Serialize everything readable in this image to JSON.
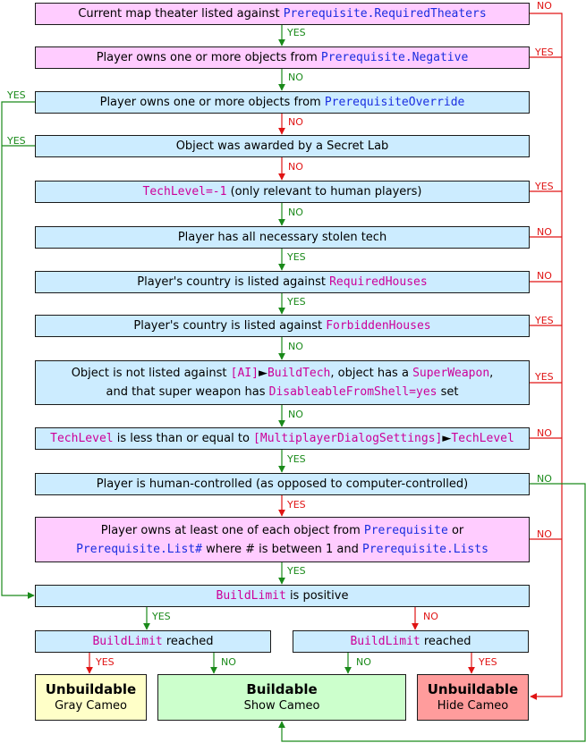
{
  "colors": {
    "yes_line": "#1a8a1a",
    "no_line": "#e01414",
    "box_blue": "#ccecff",
    "box_pink": "#ffccff",
    "gray_cameo": "#ffffc8",
    "show_cameo": "#ccffcc",
    "hide_cameo": "#ff9c9c",
    "code_blue": "#1a2ee0",
    "code_magenta": "#cc0099"
  },
  "labels": {
    "yes": "YES",
    "no": "NO"
  },
  "nodes": {
    "theater": {
      "lines": [
        [
          {
            "t": "Current map theater listed against "
          },
          {
            "t": "Prerequisite.RequiredTheaters",
            "c": "blue"
          }
        ]
      ]
    },
    "negative": {
      "lines": [
        [
          {
            "t": "Player owns one or more objects from "
          },
          {
            "t": "Prerequisite.Negative",
            "c": "blue"
          }
        ]
      ]
    },
    "override": {
      "lines": [
        [
          {
            "t": "Player owns one or more objects from "
          },
          {
            "t": "PrerequisiteOverride",
            "c": "blue"
          }
        ]
      ]
    },
    "secretlab": {
      "lines": [
        [
          {
            "t": "Object was awarded by a Secret Lab"
          }
        ]
      ]
    },
    "techlevel_neg": {
      "lines": [
        [
          {
            "t": "TechLevel=-1",
            "c": "mag"
          },
          {
            "t": " (only relevant to human players)"
          }
        ]
      ]
    },
    "stolentech": {
      "lines": [
        [
          {
            "t": "Player has all necessary stolen tech"
          }
        ]
      ]
    },
    "requiredhouses": {
      "lines": [
        [
          {
            "t": "Player's country is listed against "
          },
          {
            "t": "RequiredHouses",
            "c": "mag"
          }
        ]
      ]
    },
    "forbiddenhouses": {
      "lines": [
        [
          {
            "t": "Player's country is listed against "
          },
          {
            "t": "ForbiddenHouses",
            "c": "mag"
          }
        ]
      ]
    },
    "superweapon": {
      "lines": [
        [
          {
            "t": "Object is not listed against "
          },
          {
            "t": "[AI]",
            "c": "mag"
          },
          {
            "t": "►"
          },
          {
            "t": "BuildTech",
            "c": "mag"
          },
          {
            "t": ", object has a "
          },
          {
            "t": "SuperWeapon",
            "c": "mag"
          },
          {
            "t": ","
          }
        ],
        [
          {
            "t": "and that super weapon has "
          },
          {
            "t": "DisableableFromShell=yes",
            "c": "mag"
          },
          {
            "t": " set"
          }
        ]
      ]
    },
    "techlevel_mp": {
      "lines": [
        [
          {
            "t": "TechLevel",
            "c": "mag"
          },
          {
            "t": " is less than or equal to "
          },
          {
            "t": "[MultiplayerDialogSettings]",
            "c": "mag"
          },
          {
            "t": "►"
          },
          {
            "t": "TechLevel",
            "c": "mag"
          }
        ]
      ]
    },
    "human": {
      "lines": [
        [
          {
            "t": "Player is human-controlled (as opposed to computer-controlled)"
          }
        ]
      ]
    },
    "prereq": {
      "lines": [
        [
          {
            "t": "Player owns at least one of each object from "
          },
          {
            "t": "Prerequisite",
            "c": "blue"
          },
          {
            "t": " or"
          }
        ],
        [
          {
            "t": "Prerequisite.List#",
            "c": "blue"
          },
          {
            "t": " where # is between 1 and "
          },
          {
            "t": "Prerequisite.Lists",
            "c": "blue"
          }
        ]
      ]
    },
    "buildlimit": {
      "lines": [
        [
          {
            "t": "BuildLimit",
            "c": "mag"
          },
          {
            "t": " is positive"
          }
        ]
      ]
    },
    "reached_left": {
      "lines": [
        [
          {
            "t": "BuildLimit",
            "c": "mag"
          },
          {
            "t": " reached"
          }
        ]
      ]
    },
    "reached_right": {
      "lines": [
        [
          {
            "t": "BuildLimit",
            "c": "mag"
          },
          {
            "t": " reached"
          }
        ]
      ]
    }
  },
  "outcomes": {
    "gray": {
      "title": "Unbuildable",
      "subtitle": "Gray Cameo"
    },
    "show": {
      "title": "Buildable",
      "subtitle": "Show Cameo"
    },
    "hide": {
      "title": "Unbuildable",
      "subtitle": "Hide Cameo"
    }
  }
}
